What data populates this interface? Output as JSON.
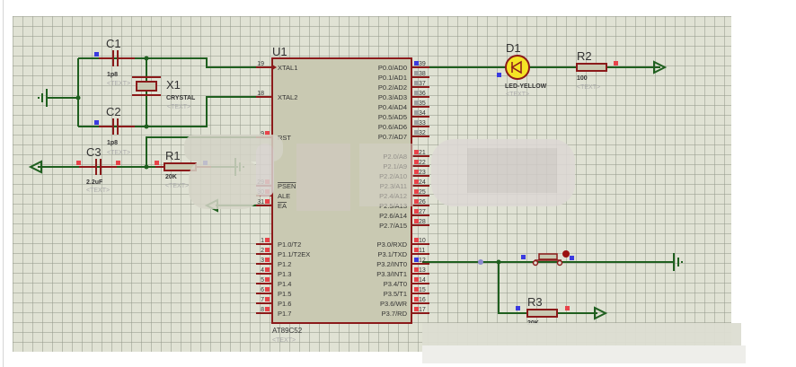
{
  "schematic": {
    "components": {
      "C1": {
        "ref": "C1",
        "value": "1p8",
        "text": "<TEXT>"
      },
      "C2": {
        "ref": "C2",
        "value": "1p8",
        "text": "<TEXT>"
      },
      "C3": {
        "ref": "C3",
        "value": "2.2uF",
        "text": "<TEXT>"
      },
      "X1": {
        "ref": "X1",
        "value": "CRYSTAL",
        "text": "<TEXT>"
      },
      "R1": {
        "ref": "R1",
        "value": "20K",
        "text": "<TEXT>"
      },
      "R2": {
        "ref": "R2",
        "value": "100",
        "text": "<TEXT>"
      },
      "R3": {
        "ref": "R3",
        "value": "20K"
      },
      "D1": {
        "ref": "D1",
        "value": "LED-YELLOW",
        "text": "<TEXT>"
      },
      "U1": {
        "ref": "U1",
        "value": "AT89C52",
        "text": "<TEXT>"
      }
    },
    "u1_left_pins": [
      {
        "num": "19",
        "name": "XTAL1"
      },
      {
        "num": "18",
        "name": "XTAL2"
      },
      {
        "num": "9",
        "name": "RST"
      },
      {
        "num": "29",
        "name": "PSEN"
      },
      {
        "num": "30",
        "name": "ALE"
      },
      {
        "num": "31",
        "name": "EA"
      },
      {
        "num": "1",
        "name": "P1.0/T2"
      },
      {
        "num": "2",
        "name": "P1.1/T2EX"
      },
      {
        "num": "3",
        "name": "P1.2"
      },
      {
        "num": "4",
        "name": "P1.3"
      },
      {
        "num": "5",
        "name": "P1.4"
      },
      {
        "num": "6",
        "name": "P1.5"
      },
      {
        "num": "7",
        "name": "P1.6"
      },
      {
        "num": "8",
        "name": "P1.7"
      }
    ],
    "u1_right_pins": [
      {
        "num": "39",
        "name": "P0.0/AD0"
      },
      {
        "num": "38",
        "name": "P0.1/AD1"
      },
      {
        "num": "37",
        "name": "P0.2/AD2"
      },
      {
        "num": "36",
        "name": "P0.3/AD3"
      },
      {
        "num": "35",
        "name": "P0.4/AD4"
      },
      {
        "num": "34",
        "name": "P0.5/AD5"
      },
      {
        "num": "33",
        "name": "P0.6/AD6"
      },
      {
        "num": "32",
        "name": "P0.7/AD7"
      },
      {
        "num": "21",
        "name": "P2.0/A8"
      },
      {
        "num": "22",
        "name": "P2.1/A9"
      },
      {
        "num": "23",
        "name": "P2.2/A10"
      },
      {
        "num": "24",
        "name": "P2.3/A11"
      },
      {
        "num": "25",
        "name": "P2.4/A12"
      },
      {
        "num": "26",
        "name": "P2.5/A13"
      },
      {
        "num": "27",
        "name": "P2.6/A14"
      },
      {
        "num": "28",
        "name": "P2.7/A15"
      },
      {
        "num": "10",
        "name": "P3.0/RXD"
      },
      {
        "num": "11",
        "name": "P3.1/TXD"
      },
      {
        "num": "12",
        "name": "P3.2/INT0"
      },
      {
        "num": "13",
        "name": "P3.3/INT1"
      },
      {
        "num": "14",
        "name": "P3.4/T0"
      },
      {
        "num": "15",
        "name": "P3.5/T1"
      },
      {
        "num": "16",
        "name": "P3.6/WR"
      },
      {
        "num": "17",
        "name": "P3.7/RD"
      }
    ],
    "colors": {
      "grid_bg": "#e0e2d4",
      "wire": "#1f5f1f",
      "component": "#8b1a1a",
      "body_fill": "#c9c9b2",
      "pin_red": "#e8434a",
      "pin_blue": "#3a3ae0",
      "led_fill": "#f5e425"
    }
  }
}
